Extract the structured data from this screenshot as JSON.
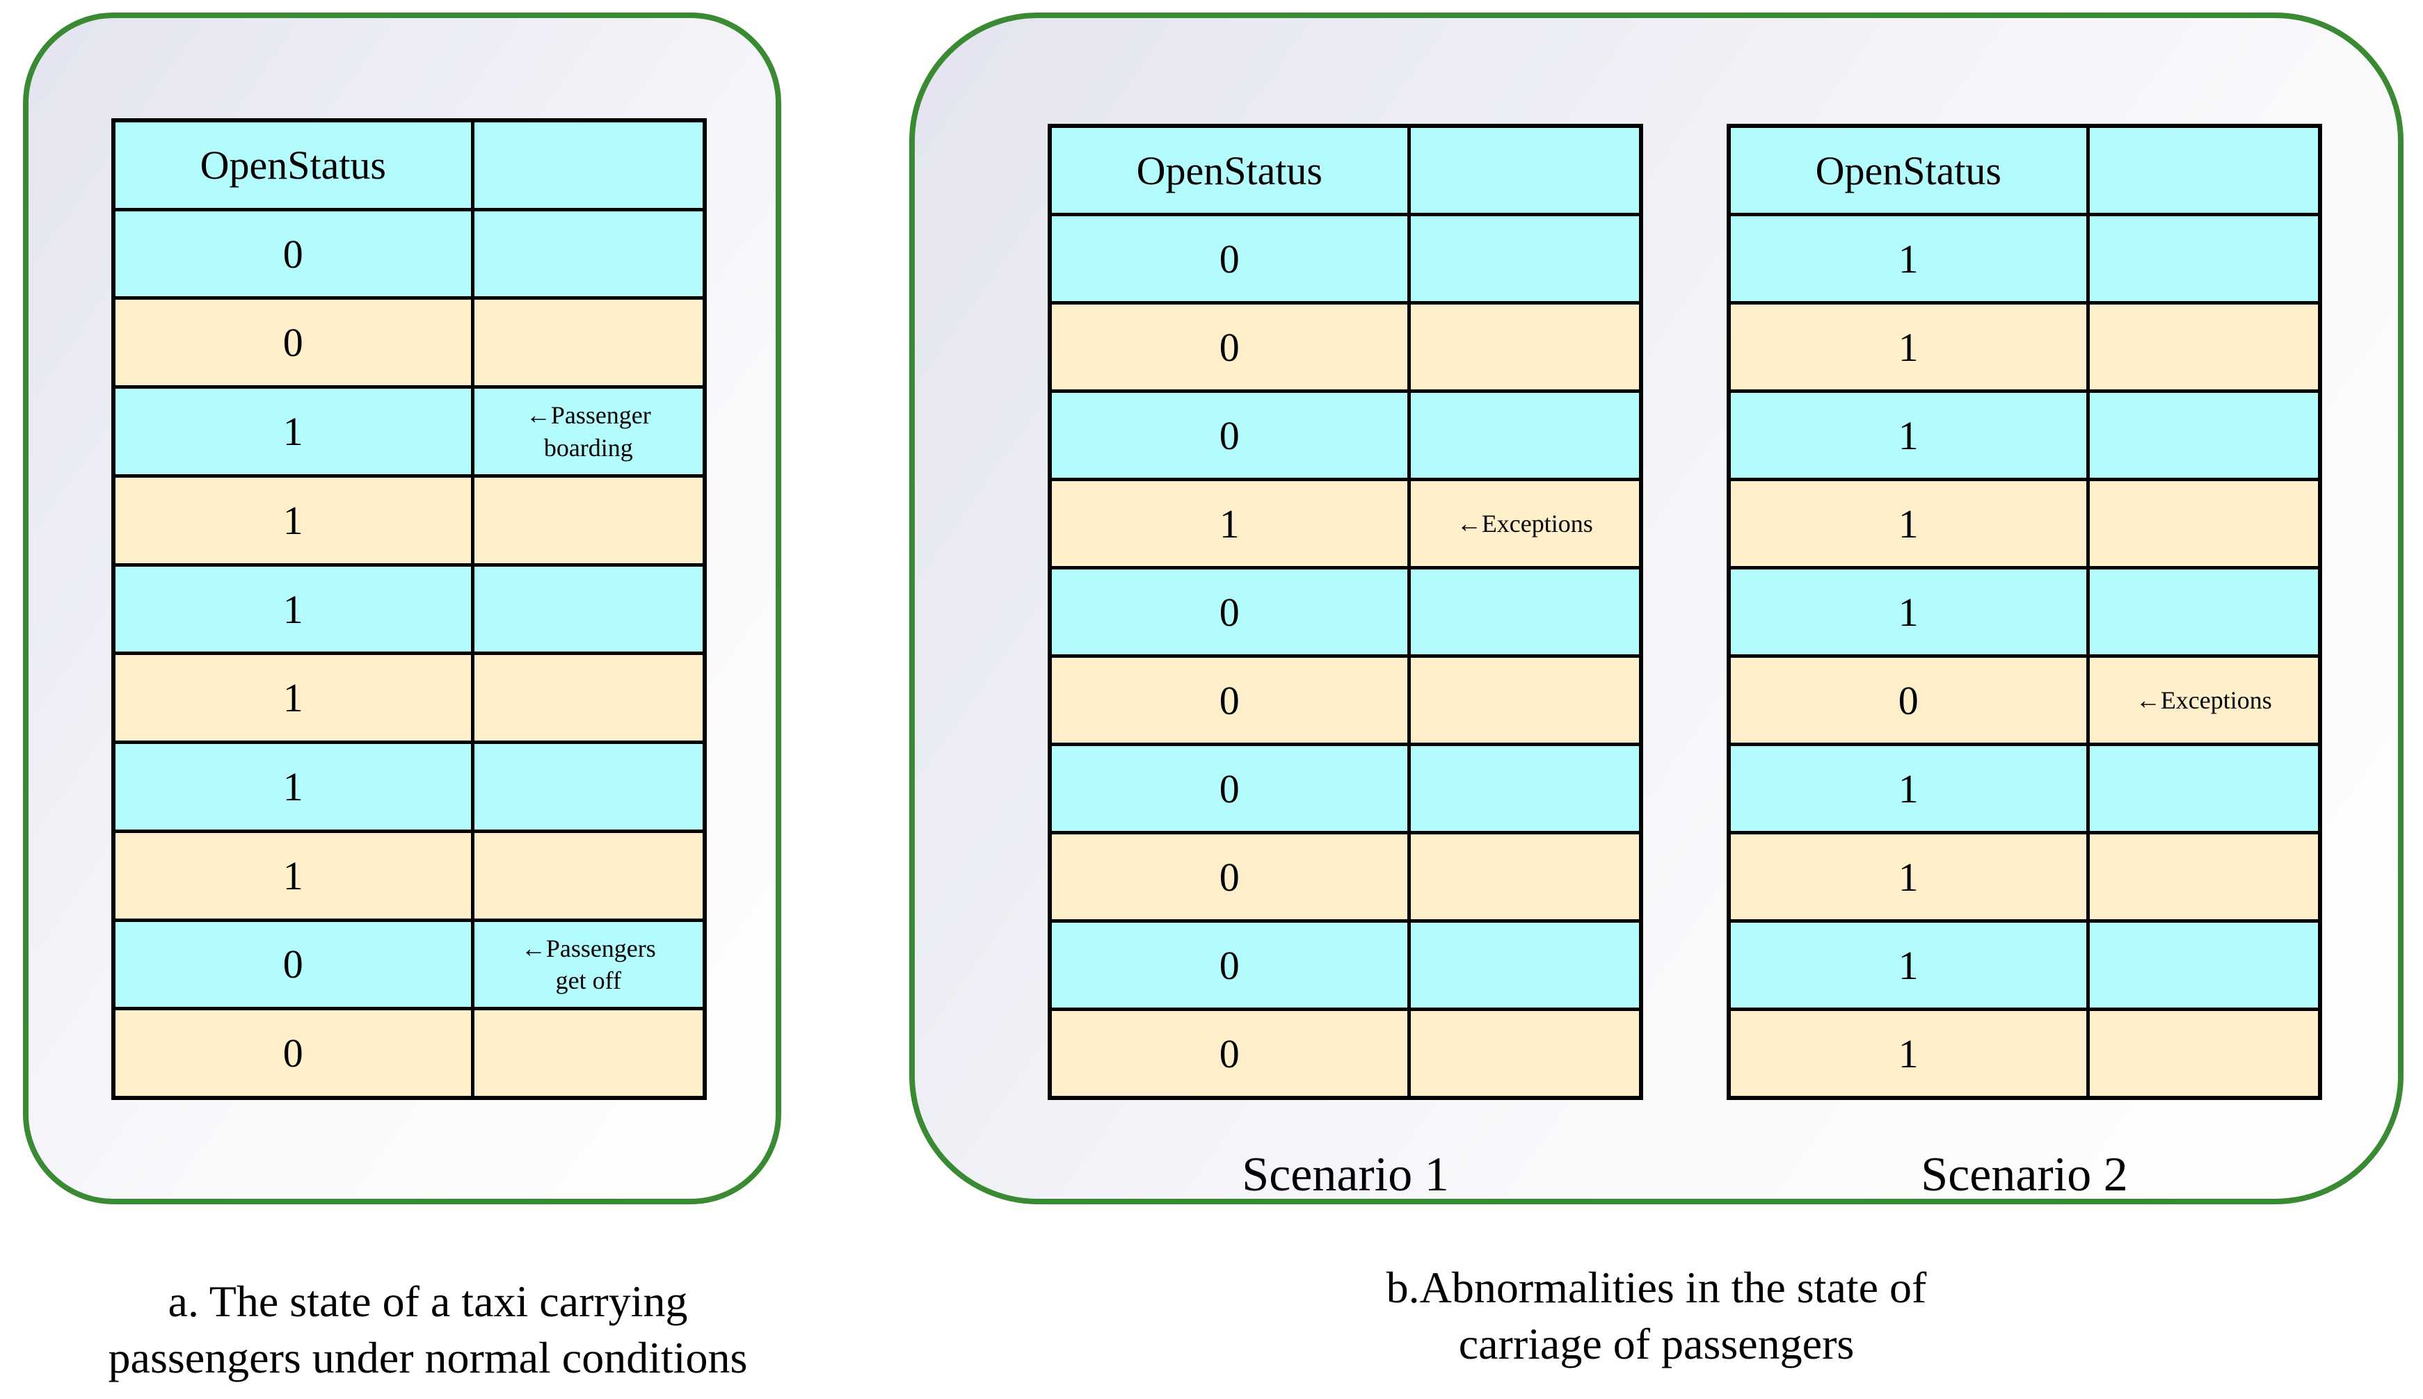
{
  "colors": {
    "row_cyan": "#b3fbfd",
    "row_cream": "#fff0cb",
    "panel_border_green": "#3a8a33"
  },
  "tables": {
    "normal": {
      "header": "OpenStatus",
      "rows": [
        {
          "value": "0",
          "note_lines": []
        },
        {
          "value": "0",
          "note_lines": []
        },
        {
          "value": "1",
          "note_lines": [
            "←Passenger",
            "boarding"
          ]
        },
        {
          "value": "1",
          "note_lines": []
        },
        {
          "value": "1",
          "note_lines": []
        },
        {
          "value": "1",
          "note_lines": []
        },
        {
          "value": "1",
          "note_lines": []
        },
        {
          "value": "1",
          "note_lines": []
        },
        {
          "value": "0",
          "note_lines": [
            "←Passengers",
            "get off"
          ]
        },
        {
          "value": "0",
          "note_lines": []
        }
      ]
    },
    "scenario1": {
      "header": "OpenStatus",
      "rows": [
        {
          "value": "0",
          "note_lines": []
        },
        {
          "value": "0",
          "note_lines": []
        },
        {
          "value": "0",
          "note_lines": []
        },
        {
          "value": "1",
          "note_lines": [
            "←Exceptions"
          ]
        },
        {
          "value": "0",
          "note_lines": []
        },
        {
          "value": "0",
          "note_lines": []
        },
        {
          "value": "0",
          "note_lines": []
        },
        {
          "value": "0",
          "note_lines": []
        },
        {
          "value": "0",
          "note_lines": []
        },
        {
          "value": "0",
          "note_lines": []
        }
      ]
    },
    "scenario2": {
      "header": "OpenStatus",
      "rows": [
        {
          "value": "1",
          "note_lines": []
        },
        {
          "value": "1",
          "note_lines": []
        },
        {
          "value": "1",
          "note_lines": []
        },
        {
          "value": "1",
          "note_lines": []
        },
        {
          "value": "1",
          "note_lines": []
        },
        {
          "value": "0",
          "note_lines": [
            "←Exceptions"
          ]
        },
        {
          "value": "1",
          "note_lines": []
        },
        {
          "value": "1",
          "note_lines": []
        },
        {
          "value": "1",
          "note_lines": []
        },
        {
          "value": "1",
          "note_lines": []
        }
      ]
    }
  },
  "captions": {
    "scenario1": "Scenario 1",
    "scenario2": "Scenario 2",
    "left_line1": "a. The state of a taxi carrying",
    "left_line2": "passengers under normal conditions",
    "right_line1": "b.Abnormalities in the state of",
    "right_line2": "carriage of passengers"
  }
}
